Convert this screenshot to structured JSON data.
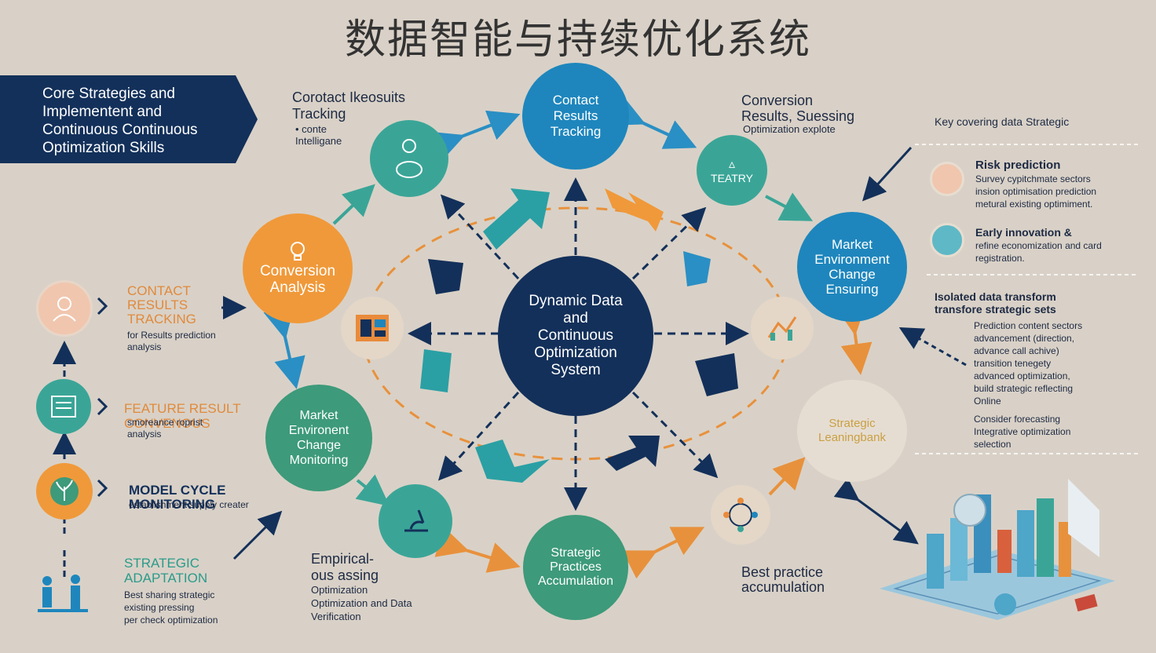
{
  "title": "数据智能与持续优化系统",
  "banner": "Core Strategies and\nImplementent   and\nContinuous Continuous\nOptimization Skills",
  "center": "Dynamic Data\nand\nContinuous\nOptimization\nSystem",
  "nodes": {
    "top": "Contact\nResults\nTracking",
    "top_label": "Corotact Ikeosuits\nTracking",
    "top_sub": "• conte\nIntelligane",
    "conversion": "Conversion\nAnalysis",
    "market_left": "Market\nEnvironent\nChange\nMonitoring",
    "bottom": "Strategic\nPractices\nAccumulation",
    "market_right": "Market\nEnvironment\nChange\nEnsuring",
    "teal_small": "TEATRY",
    "conv_label": "Conversion\nResults, Suessing",
    "conv_sub": "Optimization explote",
    "strategic_right": "Strategic\nLeaningbank",
    "empirical_label": "Empirical-\nous assing",
    "empirical_sub": "Optimization\nOptimization and Data\nVerification",
    "best_practice": "Best practice\naccumulation"
  },
  "left_col": [
    {
      "title": "CONTACT\nRESULTS\nTRACKING",
      "sub": "for Results prediction\nanalysis"
    },
    {
      "title": "FEATURE RESULT\nCONVENOUS",
      "sub": "smoreance roprist\nanalysis"
    },
    {
      "title": "MODEL CYCLE\nMONITORING",
      "sub": "establishment supply creater"
    },
    {
      "title": "STRATEGIC\nADAPTATION",
      "sub": "Best sharing strategic\nexisting pressing\nper check optimization"
    }
  ],
  "right_panel": {
    "heading": "Key covering data Strategic",
    "risk_title": "Risk prediction",
    "risk_sub": "Survey cypitchmate sectors\ninsion optimisation prediction\nmetural existing optimiment.",
    "early_title": "Early innovation &",
    "early_sub": "refine economization and card\nregistration.",
    "isolated_title": "Isolated data transform\ntransfore strategic sets",
    "isolated_sub": "Prediction content sectors\nadvancement (direction,\nadvance call achive)\ntransition tenegety\nadvanced optimization,\nbuild strategic reflecting\nOnline",
    "consider_sub": "Consider forecasting\nIntegrative optimization\nselection"
  },
  "colors": {
    "navy": "#13305a",
    "orange": "#f0993a",
    "teal": "#3aa597",
    "green": "#3d9a7a",
    "blue": "#1e86bd",
    "bg": "#d9d1c7"
  },
  "icons": [
    "person-icon",
    "lightbulb-icon",
    "gear-icon",
    "globe-icon",
    "document-icon",
    "chart-icon",
    "people-icon",
    "plant-icon",
    "microscope-icon"
  ]
}
